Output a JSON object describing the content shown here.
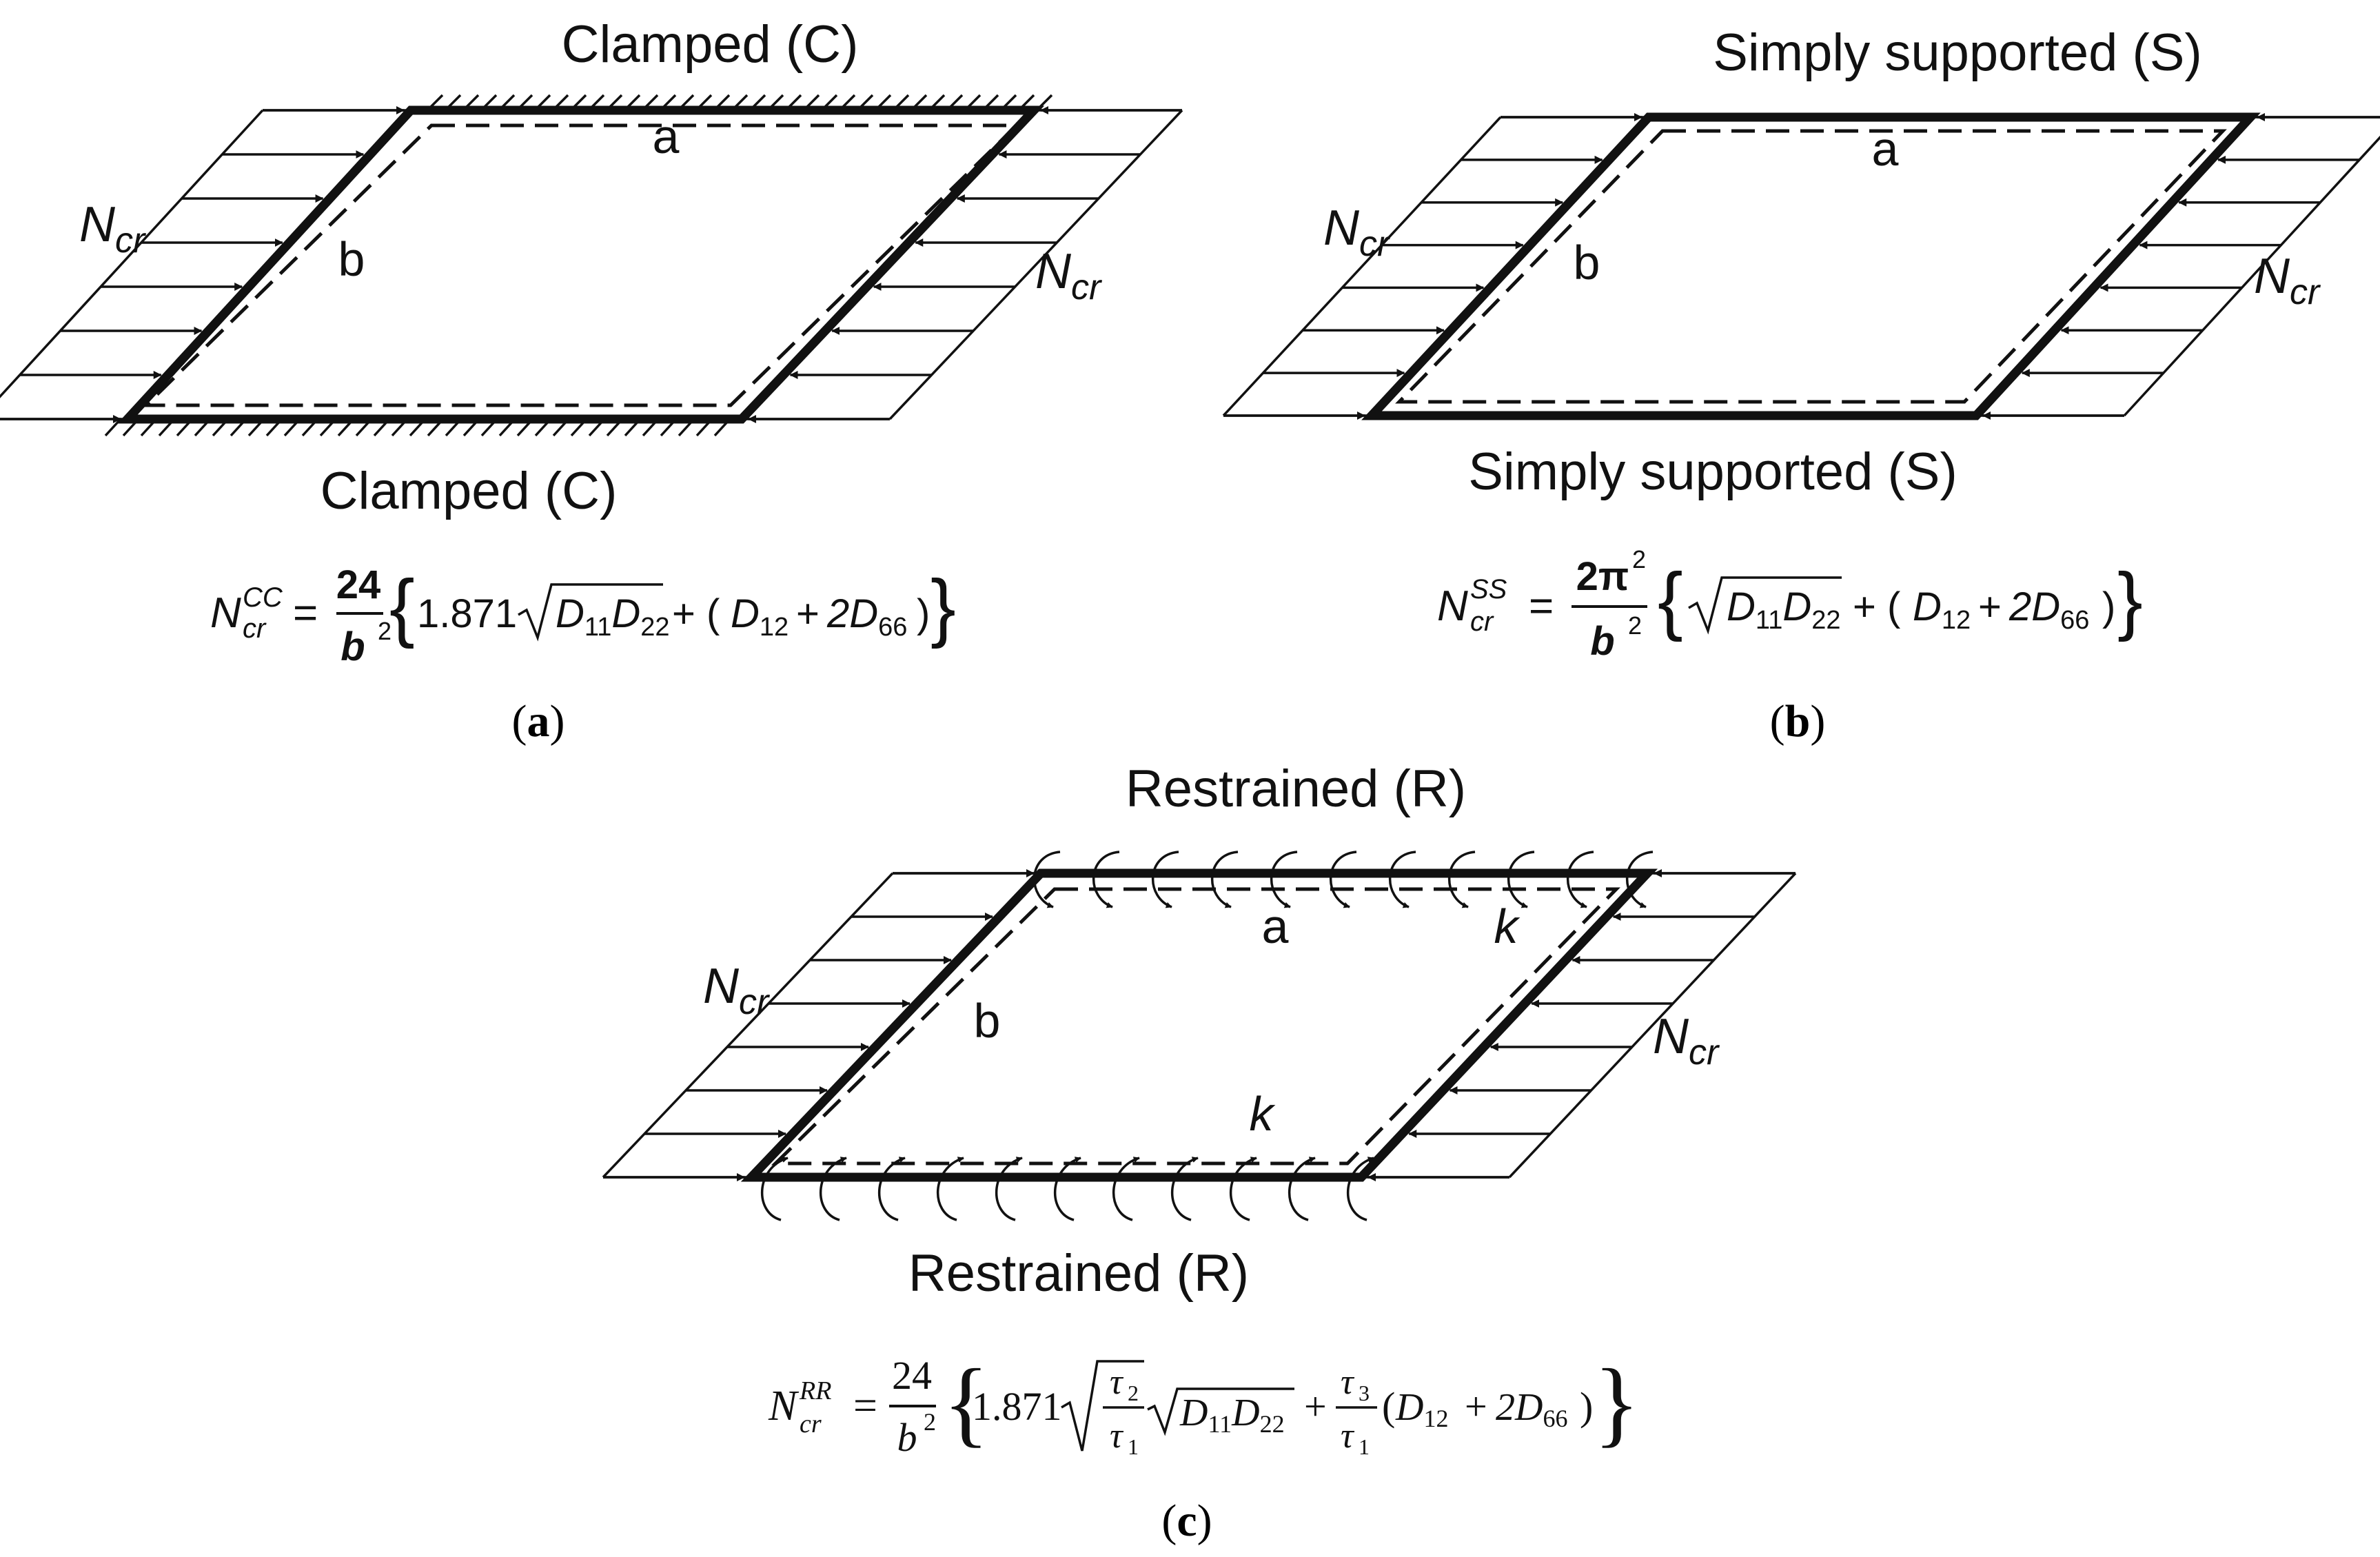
{
  "panels": {
    "a": {
      "top_label": "Clamped (C)",
      "bottom_label": "Clamped (C)",
      "dim_a": "a",
      "dim_b": "b",
      "load_left": "N",
      "load_right": "N",
      "load_sub": "cr",
      "formula": {
        "lhs": "N",
        "lhs_sup": "CC",
        "lhs_sub": "cr",
        "num": "24",
        "den": "b",
        "den_sup": "2",
        "coef": "1.871",
        "rad": "D",
        "rad_sub1": "11",
        "rad_sub2": "22",
        "tail_d12": "D",
        "tail_sub12": "12",
        "tail_two": "2D",
        "tail_sub66": "66"
      },
      "caption": "a"
    },
    "b": {
      "top_label": "Simply supported (S)",
      "bottom_label": "Simply supported (S)",
      "dim_a": "a",
      "dim_b": "b",
      "load_left": "N",
      "load_right": "N",
      "load_sub": "cr",
      "formula": {
        "lhs": "N",
        "lhs_sup": "SS",
        "lhs_sub": "cr",
        "num": "2π",
        "num_sup": "2",
        "den": "b",
        "den_sup": "2",
        "rad": "D",
        "rad_sub1": "11",
        "rad_sub2": "22",
        "tail_d12": "D",
        "tail_sub12": "12",
        "tail_two": "2D",
        "tail_sub66": "66"
      },
      "caption": "b"
    },
    "c": {
      "top_label": "Restrained (R)",
      "bottom_label": "Restrained (R)",
      "dim_a": "a",
      "dim_b": "b",
      "spring_k": "k",
      "load_left": "N",
      "load_right": "N",
      "load_sub": "cr",
      "formula": {
        "lhs": "N",
        "lhs_sup": "RR",
        "lhs_sub": "cr",
        "num": "24",
        "den": "b",
        "den_sup": "2",
        "coef": "1.871",
        "tau": "τ",
        "tau1": "1",
        "tau2": "2",
        "tau3": "3",
        "rad": "D",
        "rad_sub1": "11",
        "rad_sub2": "22",
        "tail_d12": "D",
        "tail_sub12": "12",
        "tail_two": "2D",
        "tail_sub66": "66"
      },
      "caption": "c"
    }
  }
}
